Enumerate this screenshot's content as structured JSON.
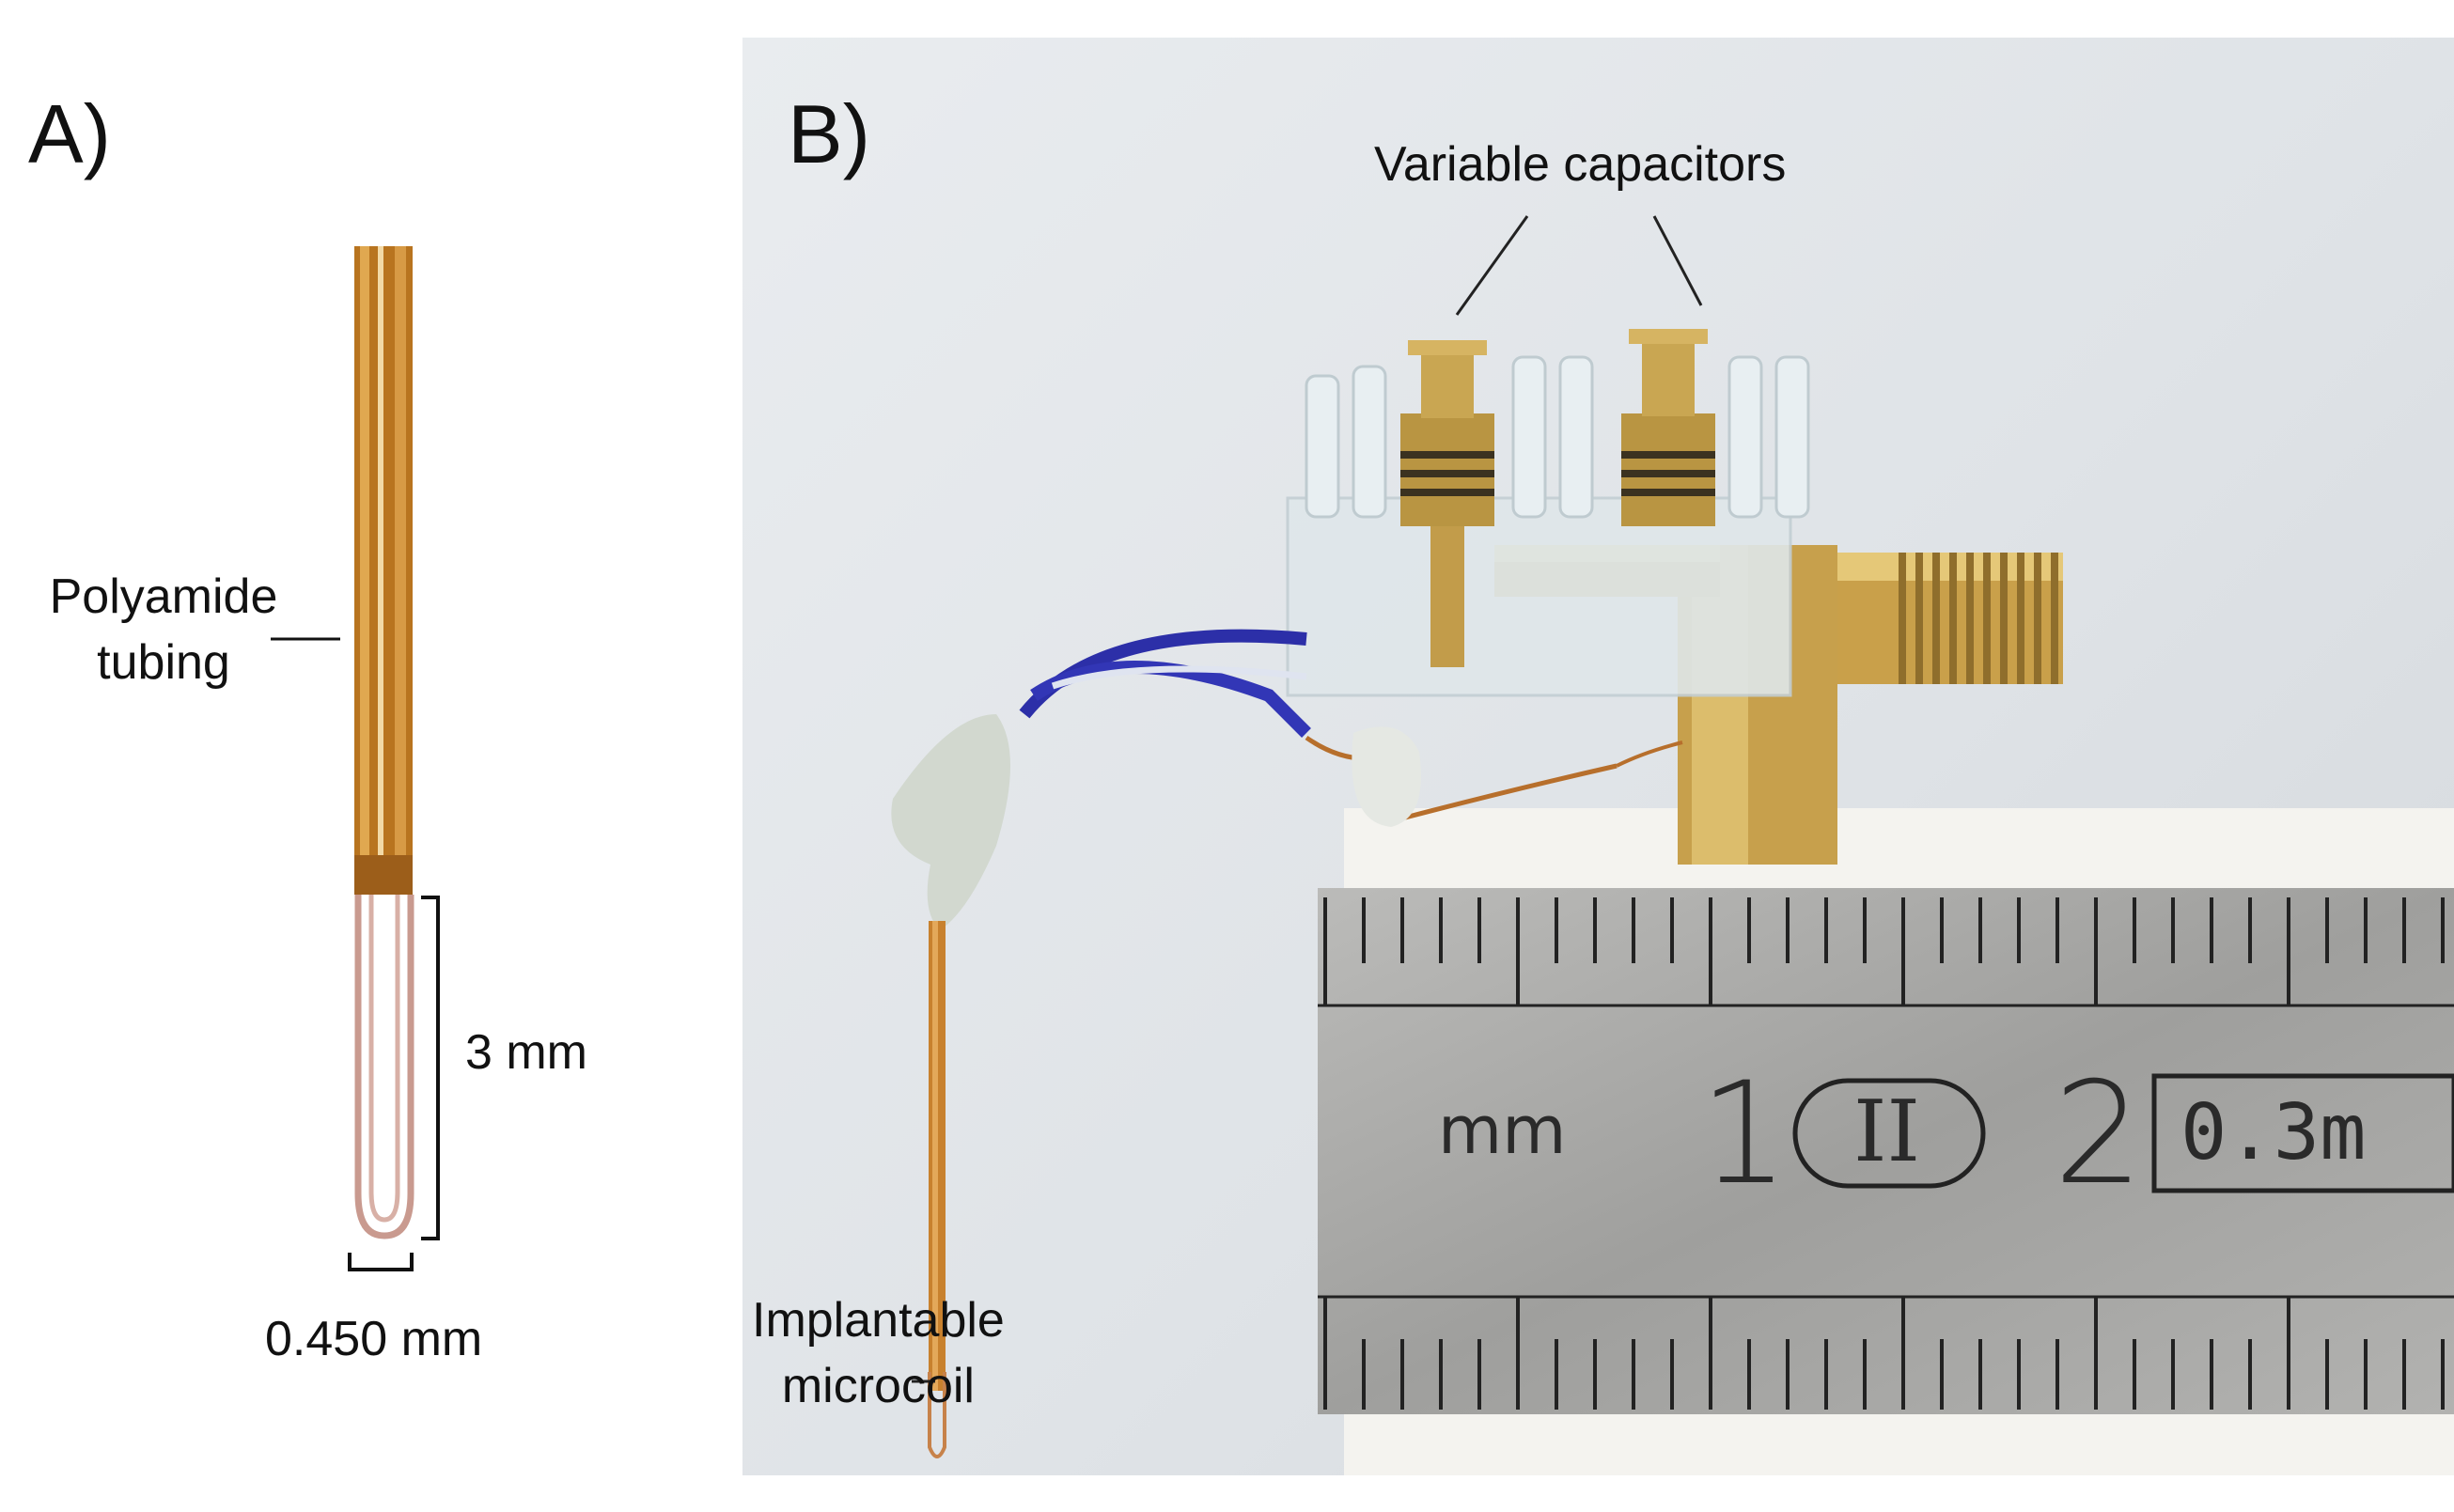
{
  "panel_a": {
    "label": "A)",
    "tubing_label_line1": "Polyamide",
    "tubing_label_line2": "tubing",
    "length_label": "3 mm",
    "width_label": "0.450 mm"
  },
  "panel_b": {
    "label": "B)",
    "capacitors_label": "Variable capacitors",
    "microcoil_label_line1": "Implantable",
    "microcoil_label_line2": "microcoil",
    "ruler": {
      "unit_label": "mm",
      "number_1": "1",
      "number_2": "2",
      "class_mark": "II",
      "accuracy_mark": "0.3m"
    }
  },
  "colors": {
    "copper": "#c8892f",
    "gold": "#c9a14a",
    "ruler_steel": "#a9a9a9",
    "background_b": "#e2e5e8",
    "wire_blue": "#2c2fa8"
  }
}
